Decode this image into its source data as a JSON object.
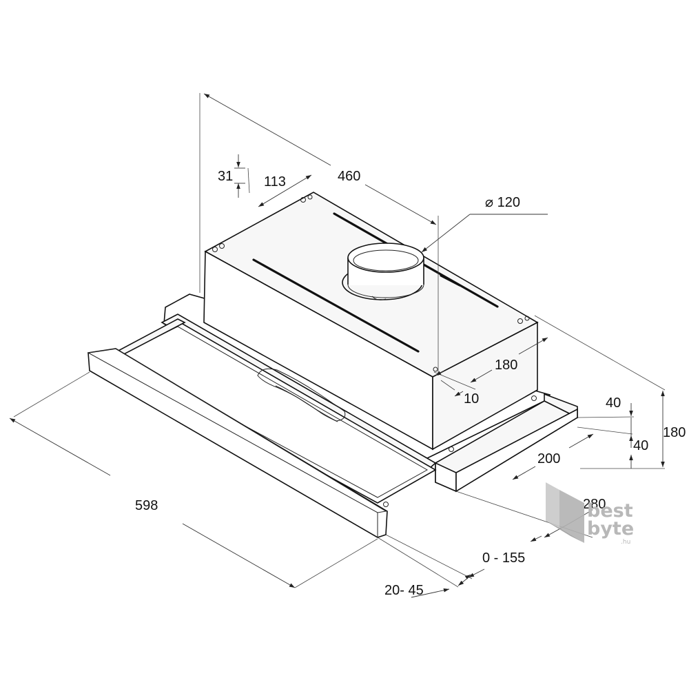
{
  "dimensions": {
    "width_598": "598",
    "depth_460": "460",
    "offset_31": "31",
    "offset_113": "113",
    "duct_diameter": "⌀ 120",
    "depth_180": "180",
    "offset_10": "10",
    "height_40_top": "40",
    "height_40_bottom": "40",
    "height_180": "180",
    "depth_200": "200",
    "depth_280": "280",
    "extension_0_155": "0 - 155",
    "front_20_45": "20- 45"
  },
  "watermark": {
    "line1": "best",
    "line2": "byte",
    "suffix": ".hu"
  },
  "icons": {
    "logo": "bestbyte-cube-logo"
  },
  "colors": {
    "line": "#111111",
    "watermark": "#b8b8b8"
  }
}
